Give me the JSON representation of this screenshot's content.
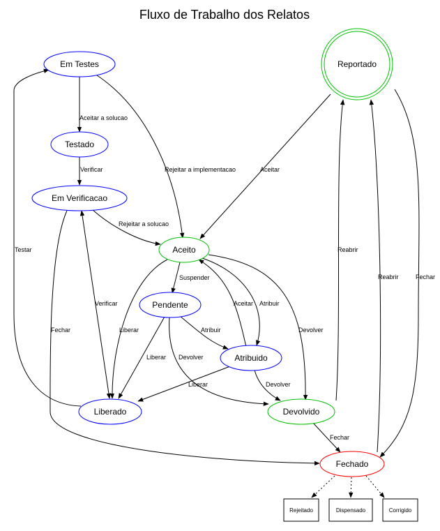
{
  "title": "Fluxo de Trabalho dos Relatos",
  "colors": {
    "blue": "#0000ff",
    "green": "#00c000",
    "red": "#ff0000",
    "black": "#000000"
  },
  "nodes": {
    "em_testes": "Em Testes",
    "testado": "Testado",
    "em_verificacao": "Em Verificacao",
    "reportado": "Reportado",
    "aceito": "Aceito",
    "pendente": "Pendente",
    "atribuido": "Atribuido",
    "liberado": "Liberado",
    "devolvido": "Devolvido",
    "fechado": "Fechado",
    "rejeitado": "Rejeitado",
    "dispensado": "Dispensado",
    "corrigido": "Corrigido"
  },
  "edges": {
    "aceitar_solucao": "Aceitar a solucao",
    "verificar_1": "Verificar",
    "rejeitar_implementacao": "Rejeitar a implementacao",
    "aceitar_1": "Aceitar",
    "rejeitar_solucao": "Rejeitar a solucao",
    "testar": "Testar",
    "reabrir_1": "Reabrir",
    "reabrir_2": "Reabrir",
    "fechar_1": "Fechar",
    "suspender": "Suspender",
    "verificar_2": "Verificar",
    "aceitar_2": "Aceitar",
    "atribuir_1": "Atribuir",
    "liberar_1": "Liberar",
    "fechar_2": "Fechar",
    "devolver_1": "Devolver",
    "liberar_2": "Liberar",
    "atribuir_2": "Atribuir",
    "devolver_2": "Devolver",
    "liberar_3": "Liberar",
    "devolver_3": "Devolver",
    "fechar_3": "Fechar"
  }
}
